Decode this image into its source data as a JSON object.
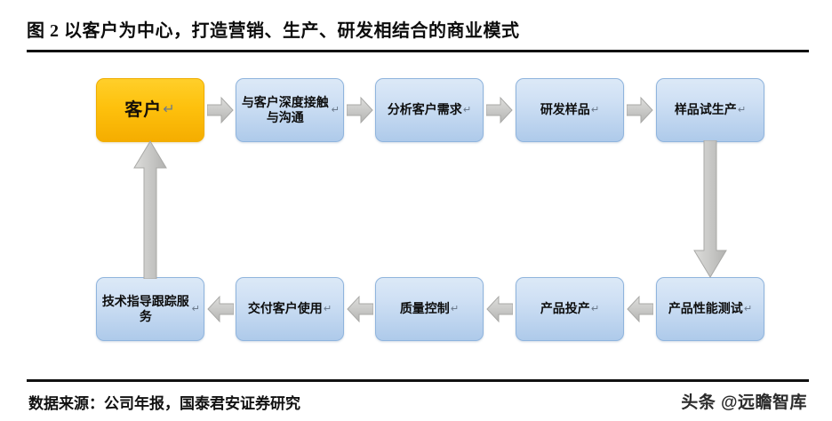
{
  "figure": {
    "title": "图 2 以客户为中心，打造营销、生产、研发相结合的商业模式",
    "source_note": "数据来源：公司年报，国泰君安证券研究",
    "watermark": "头条 @远瞻智库"
  },
  "colors": {
    "accent_orange": "#FEC10D",
    "node_blue_light": "#DCE9F7",
    "node_blue_dark": "#AECAEA",
    "node_blue_border": "#8FB4DD",
    "arrow_gray": "#C6C6C4",
    "arrow_border": "#A6A6A4",
    "rule_black": "#111111"
  },
  "diagram": {
    "type": "process-flow-cycle",
    "paragraph_mark": "↵",
    "nodes": [
      {
        "id": "customer",
        "label": "客户",
        "style": "orange",
        "row": "top",
        "order": 1
      },
      {
        "id": "deep-contact",
        "label": "与客户深度接触与沟通",
        "style": "blue",
        "row": "top",
        "order": 2
      },
      {
        "id": "analyze-needs",
        "label": "分析客户需求",
        "style": "blue",
        "row": "top",
        "order": 3
      },
      {
        "id": "develop-sample",
        "label": "研发样品",
        "style": "blue",
        "row": "top",
        "order": 4
      },
      {
        "id": "trial-production",
        "label": "样品试生产",
        "style": "blue",
        "row": "top",
        "order": 5
      },
      {
        "id": "performance-test",
        "label": "产品性能测试",
        "style": "blue",
        "row": "bottom",
        "order": 6
      },
      {
        "id": "mass-production",
        "label": "产品投产",
        "style": "blue",
        "row": "bottom",
        "order": 7
      },
      {
        "id": "quality-control",
        "label": "质量控制",
        "style": "blue",
        "row": "bottom",
        "order": 8
      },
      {
        "id": "deliver-customer",
        "label": "交付客户使用",
        "style": "blue",
        "row": "bottom",
        "order": 9
      },
      {
        "id": "tech-support",
        "label": "技术指导跟踪服务",
        "style": "blue",
        "row": "bottom",
        "order": 10
      }
    ],
    "edges": [
      {
        "from": "customer",
        "to": "deep-contact",
        "direction": "right"
      },
      {
        "from": "deep-contact",
        "to": "analyze-needs",
        "direction": "right"
      },
      {
        "from": "analyze-needs",
        "to": "develop-sample",
        "direction": "right"
      },
      {
        "from": "develop-sample",
        "to": "trial-production",
        "direction": "right"
      },
      {
        "from": "trial-production",
        "to": "performance-test",
        "direction": "down"
      },
      {
        "from": "performance-test",
        "to": "mass-production",
        "direction": "left"
      },
      {
        "from": "mass-production",
        "to": "quality-control",
        "direction": "left"
      },
      {
        "from": "quality-control",
        "to": "deliver-customer",
        "direction": "left"
      },
      {
        "from": "deliver-customer",
        "to": "tech-support",
        "direction": "left"
      },
      {
        "from": "tech-support",
        "to": "customer",
        "direction": "up"
      }
    ]
  }
}
